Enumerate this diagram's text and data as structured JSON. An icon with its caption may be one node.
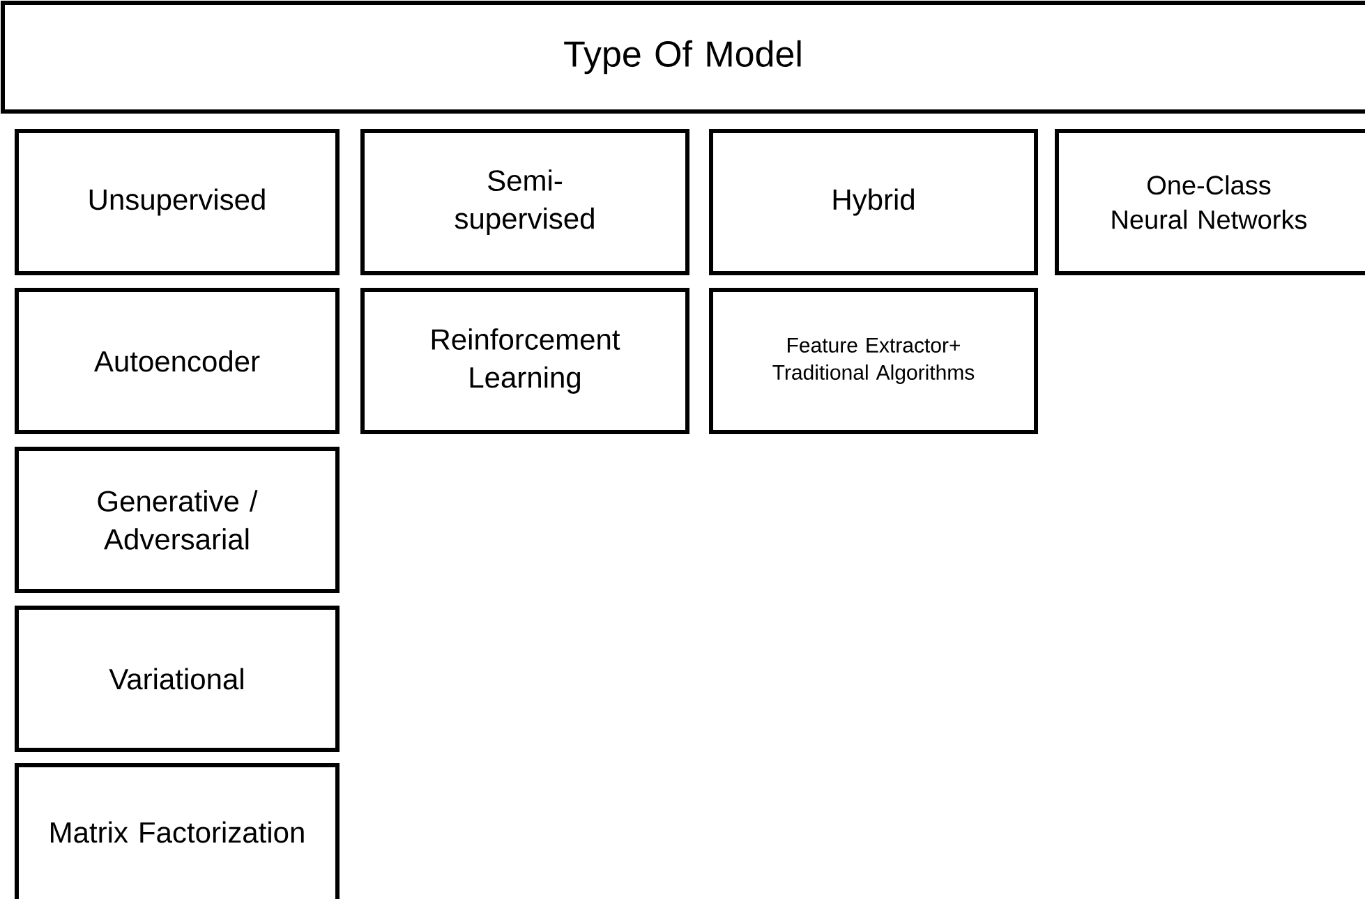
{
  "diagram": {
    "nodes": [
      {
        "text": [
          "Type Of Model"
        ]
      },
      {
        "text": [
          "Unsupervised"
        ]
      },
      {
        "text": [
          "Semi-supervised"
        ]
      },
      {
        "text": [
          "Hybrid"
        ]
      },
      {
        "text": [
          "One-Class Neural Networks"
        ]
      },
      {
        "text": [
          "Autoencoder"
        ]
      },
      {
        "text": [
          "Reinforcement Learning"
        ]
      },
      {
        "text": [
          "Feature Extractor+ Traditional Algorithms"
        ]
      },
      {
        "text": [
          "Generative / Adversarial"
        ]
      },
      {
        "text": [
          "Variational"
        ]
      },
      {
        "text": [
          "Matrix Factorization"
        ]
      }
    ]
  }
}
